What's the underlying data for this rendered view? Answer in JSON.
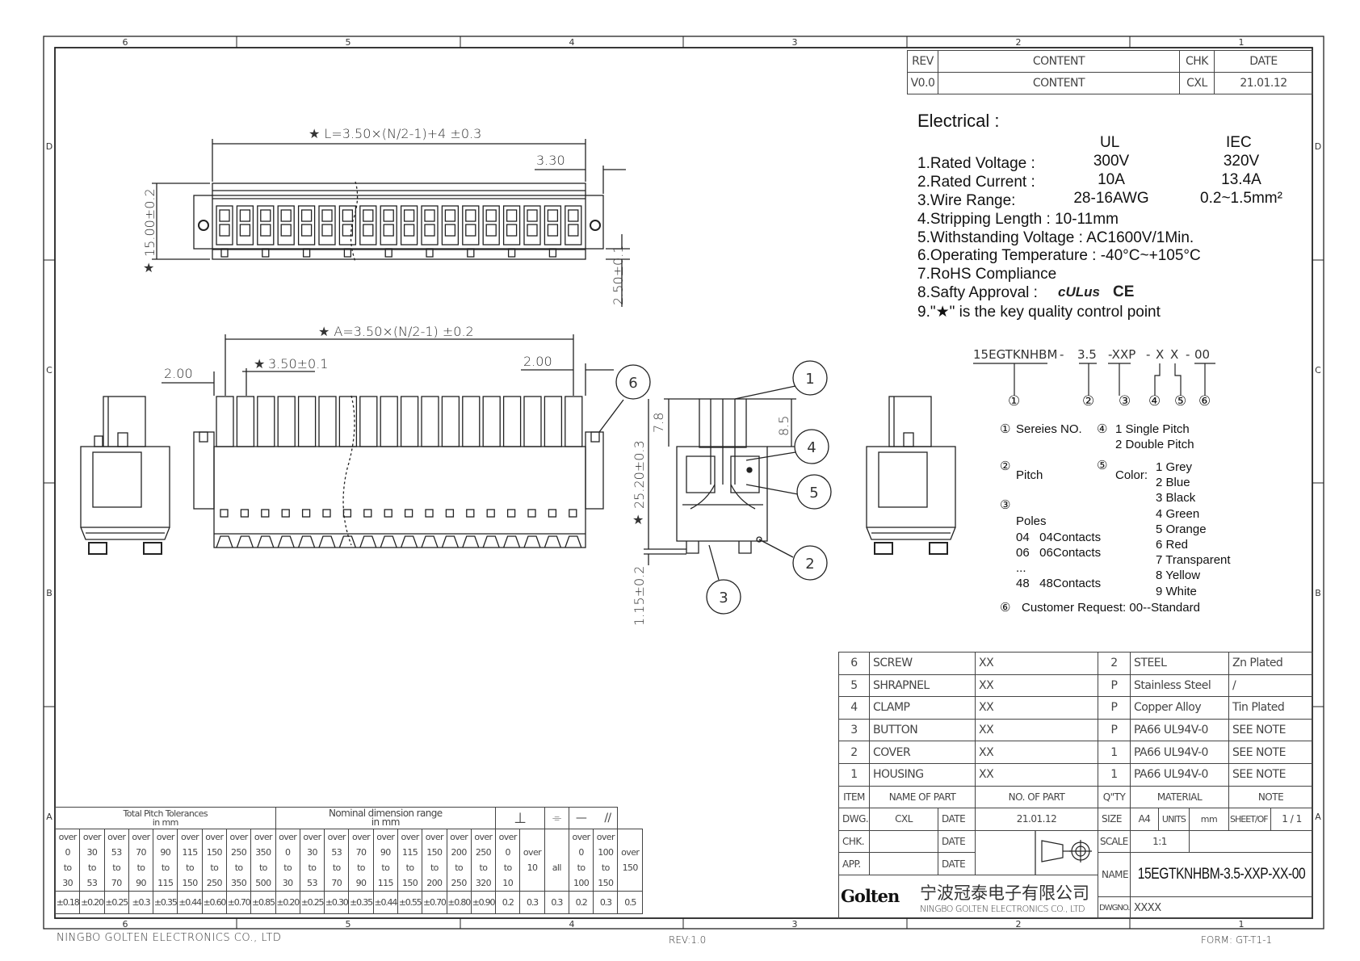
{
  "frame": {
    "zones_x": [
      "6",
      "5",
      "4",
      "3",
      "2",
      "1"
    ],
    "zones_y": [
      "D",
      "C",
      "B",
      "A"
    ]
  },
  "revision_table": {
    "headers": [
      "REV",
      "CONTENT",
      "CHK",
      "DATE"
    ],
    "rows": [
      [
        "V0.0",
        "CONTENT",
        "CXL",
        "21.01.12"
      ]
    ]
  },
  "electrical": {
    "title": "Electrical :",
    "col_ul": "UL",
    "col_iec": "IEC",
    "rows": [
      {
        "label": "1.Rated Voltage :",
        "ul": "300V",
        "iec": "320V"
      },
      {
        "label": "2.Rated Current :",
        "ul": "10A",
        "iec": "13.4A"
      },
      {
        "label": "3.Wire Range:",
        "ul": "28-16AWG",
        "iec": "0.2~1.5mm²"
      }
    ],
    "lines": [
      "4.Stripping Length : 10-11mm",
      "5.Withstanding Voltage : AC1600V/1Min.",
      "6.Operating Temperature : -40°C~+105°C",
      "7.RoHS Compliance",
      "8.Safty Approval :",
      "9.\"★\" is the key quality control point"
    ],
    "approval_marks": [
      "cULus",
      "CE"
    ]
  },
  "part_code": {
    "segments": [
      "15EGTKNHBM",
      "-",
      "3.5",
      "-XXP",
      "-",
      "X",
      "X",
      "-",
      "00"
    ],
    "markers": [
      "①",
      "②",
      "③",
      "④",
      "⑤",
      "⑥"
    ],
    "legend": {
      "series": "Sereies NO.",
      "pitch": "Pitch",
      "poles_title": "Poles",
      "poles": [
        "04   04Contacts",
        "06   06Contacts",
        "...",
        "48   48Contacts"
      ],
      "pitch_type": [
        "1  Single Pitch",
        "2  Double Pitch"
      ],
      "color_label": "Color:",
      "colors": [
        "1 Grey",
        "2 Blue",
        "3 Black",
        "4 Green",
        "5 Orange",
        "6 Red",
        "7 Transparent",
        "8 Yellow",
        "9 White"
      ],
      "customer": "Customer Request: 00--Standard"
    }
  },
  "dimensions": {
    "length": "★ L=3.50×(N/2-1)+4   ±0.3",
    "d330": "3.30",
    "height": "15.00±0.2",
    "d250": "2.50±0.1",
    "a_dim": "★ A=3.50×(N/2-1)   ±0.2",
    "d200_left": "2.00",
    "pitch": "3.50±0.1",
    "d200_right": "2.00",
    "d78": "7.8",
    "d85": "8.5",
    "d2520": "25.20±0.3",
    "d115": "1.15±0.2",
    "star": "★",
    "callouts": [
      "1",
      "2",
      "3",
      "4",
      "5",
      "6"
    ]
  },
  "bom": {
    "rows": [
      {
        "item": "6",
        "name": "SCREW",
        "no": "XX",
        "qty": "2",
        "material": "STEEL",
        "note": "Zn Plated"
      },
      {
        "item": "5",
        "name": "SHRAPNEL",
        "no": "XX",
        "qty": "P",
        "material": "Stainless Steel",
        "note": "/"
      },
      {
        "item": "4",
        "name": "CLAMP",
        "no": "XX",
        "qty": "P",
        "material": "Copper Alloy",
        "note": "Tin Plated"
      },
      {
        "item": "3",
        "name": "BUTTON",
        "no": "XX",
        "qty": "P",
        "material": "PA66 UL94V-0",
        "note": "SEE NOTE"
      },
      {
        "item": "2",
        "name": "COVER",
        "no": "XX",
        "qty": "1",
        "material": "PA66 UL94V-0",
        "note": "SEE NOTE"
      },
      {
        "item": "1",
        "name": "HOUSING",
        "no": "XX",
        "qty": "1",
        "material": "PA66 UL94V-0",
        "note": "SEE NOTE"
      }
    ],
    "headers": {
      "item": "ITEM",
      "name": "NAME  OF  PART",
      "no": "NO. OF  PART",
      "qty": "Q\"TY",
      "material": "MATERIAL",
      "note": "NOTE"
    }
  },
  "title_block": {
    "dwg_label": "DWG.",
    "dwg_value": "CXL",
    "date_label": "DATE",
    "dwg_date": "21.01.12",
    "chk_label": "CHK.",
    "app_label": "APP.",
    "size_label": "SIZE",
    "size_value": "A4",
    "units_label": "UNITS",
    "units_value": "mm",
    "sheet_label": "SHEET/OF",
    "sheet_value": "1 / 1",
    "scale_label": "SCALE",
    "scale_value": "1:1",
    "name_label": "NAME",
    "name_value": "15EGTKNHBM-3.5-XXP-XX-00",
    "dwgno_label": "DWGNO.",
    "dwgno_value": "XXXX",
    "logo": "Golten",
    "company_cn": "宁波冠泰电子有限公司",
    "company_en": "NINGBO GOLTEN ELECTRONICS CO., LTD"
  },
  "tolerances": {
    "pitch_title": "Total Pitch Tolerances",
    "nominal_title": "Nominal dimension range",
    "unit": "in mm",
    "symbols": [
      "⊥",
      "⌯",
      "—",
      "//"
    ],
    "columns": [
      {
        "r": [
          "over",
          "0",
          "to",
          "30"
        ],
        "v": "±0.18"
      },
      {
        "r": [
          "over",
          "30",
          "to",
          "53"
        ],
        "v": "±0.20"
      },
      {
        "r": [
          "over",
          "53",
          "to",
          "70"
        ],
        "v": "±0.25"
      },
      {
        "r": [
          "over",
          "70",
          "to",
          "90"
        ],
        "v": "±0.3"
      },
      {
        "r": [
          "over",
          "90",
          "to",
          "115"
        ],
        "v": "±0.35"
      },
      {
        "r": [
          "over",
          "115",
          "to",
          "150"
        ],
        "v": "±0.44"
      },
      {
        "r": [
          "over",
          "150",
          "to",
          "250"
        ],
        "v": "±0.60"
      },
      {
        "r": [
          "over",
          "250",
          "to",
          "350"
        ],
        "v": "±0.70"
      },
      {
        "r": [
          "over",
          "350",
          "to",
          "500"
        ],
        "v": "±0.85"
      },
      {
        "r": [
          "over",
          "0",
          "to",
          "30"
        ],
        "v": "±0.20"
      },
      {
        "r": [
          "over",
          "30",
          "to",
          "53"
        ],
        "v": "±0.25"
      },
      {
        "r": [
          "over",
          "53",
          "to",
          "70"
        ],
        "v": "±0.30"
      },
      {
        "r": [
          "over",
          "70",
          "to",
          "90"
        ],
        "v": "±0.35"
      },
      {
        "r": [
          "over",
          "90",
          "to",
          "115"
        ],
        "v": "±0.44"
      },
      {
        "r": [
          "over",
          "115",
          "to",
          "150"
        ],
        "v": "±0.55"
      },
      {
        "r": [
          "over",
          "150",
          "to",
          "200"
        ],
        "v": "±0.70"
      },
      {
        "r": [
          "over",
          "200",
          "to",
          "250"
        ],
        "v": "±0.80"
      },
      {
        "r": [
          "over",
          "250",
          "to",
          "320"
        ],
        "v": "±0.90"
      },
      {
        "r": [
          "over",
          "0",
          "to",
          "10"
        ],
        "v": "0.2"
      },
      {
        "r": [
          "",
          "over",
          "10",
          ""
        ],
        "v": "0.3"
      },
      {
        "r": [
          "",
          "",
          "all",
          ""
        ],
        "v": "0.3"
      },
      {
        "r": [
          "over",
          "0",
          "to",
          "100"
        ],
        "v": "0.2"
      },
      {
        "r": [
          "over",
          "100",
          "to",
          "150"
        ],
        "v": "0.3"
      },
      {
        "r": [
          "",
          "over",
          "150",
          ""
        ],
        "v": "0.5"
      }
    ]
  },
  "footer": {
    "company": "NINGBO GOLTEN ELECTRONICS CO., LTD",
    "rev": "REV:1.0",
    "form": "FORM: GT-T1-1"
  }
}
